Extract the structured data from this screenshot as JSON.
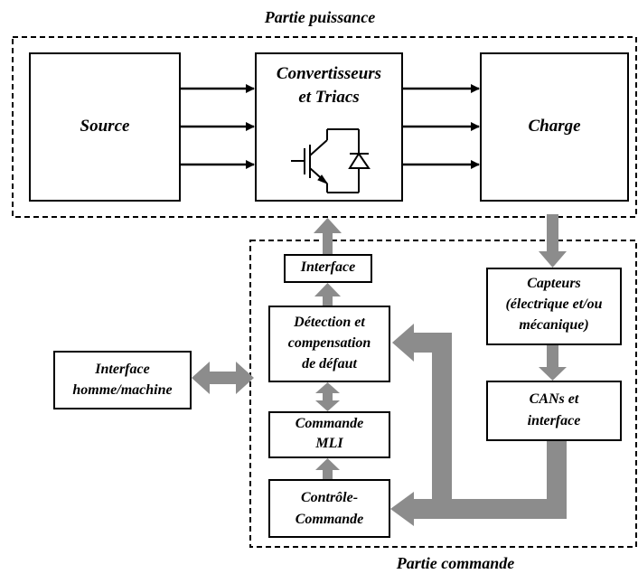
{
  "power_section": {
    "title": "Partie puissance"
  },
  "control_section": {
    "title": "Partie commande"
  },
  "blocks": {
    "source": "Source",
    "converters": {
      "line1": "Convertisseurs",
      "line2": "et Triacs"
    },
    "load": "Charge",
    "interface": "Interface",
    "fault": {
      "line1": "Détection et",
      "line2": "compensation",
      "line3": "de défaut"
    },
    "pwm": {
      "line1": "Commande",
      "line2": "MLI"
    },
    "controller": {
      "line1": "Contrôle-",
      "line2": "Commande"
    },
    "sensors": {
      "line1": "Capteurs",
      "line2": "(électrique et/ou",
      "line3": "mécanique)"
    },
    "adc": {
      "line1": "CANs et",
      "line2": "interface"
    },
    "hmi": {
      "line1": "Interface",
      "line2": "homme/machine"
    }
  },
  "colors": {
    "flow_arrow": "#8c8c8c",
    "power_arrow": "#000000",
    "border": "#000000"
  },
  "icons": {
    "converter_symbol": "igbt-with-antiparallel-diode-icon"
  }
}
